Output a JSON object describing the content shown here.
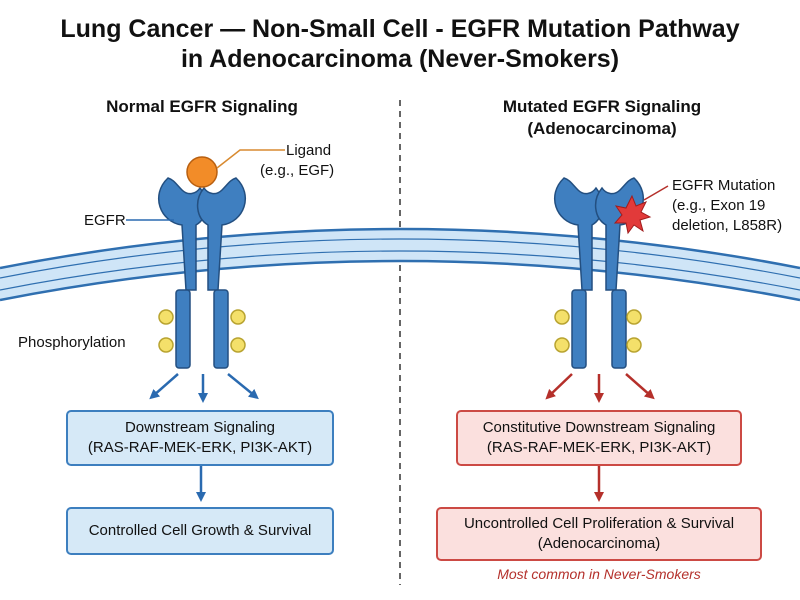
{
  "title": {
    "line1": "Lung Cancer — Non-Small Cell - EGFR Mutation Pathway",
    "line2": "in Adenocarcinoma (Never-Smokers)"
  },
  "left": {
    "heading": "Normal EGFR Signaling",
    "ligand_label_1": "Ligand",
    "ligand_label_2": "(e.g., EGF)",
    "egfr_label": "EGFR",
    "phospho_label": "Phosphorylation",
    "box1_line1": "Downstream Signaling",
    "box1_line2": "(RAS-RAF-MEK-ERK, PI3K-AKT)",
    "box2": "Controlled Cell Growth & Survival"
  },
  "right": {
    "heading_1": "Mutated EGFR Signaling",
    "heading_2": "(Adenocarcinoma)",
    "mutation_label_1": "EGFR Mutation",
    "mutation_label_2": "(e.g., Exon 19",
    "mutation_label_3": "deletion, L858R)",
    "box1_line1": "Constitutive Downstream Signaling",
    "box1_line2": "(RAS-RAF-MEK-ERK, PI3K-AKT)",
    "box2_line1": "Uncontrolled Cell Proliferation & Survival",
    "box2_line2": "(Adenocarcinoma)",
    "note": "Most common in Never-Smokers"
  },
  "colors": {
    "receptor": "#3f7fc0",
    "receptor_stroke": "#234f80",
    "membrane": "#cfe5f7",
    "membrane_stroke": "#2f6fb0",
    "ligand": "#f28c28",
    "phosphate": "#f4e06a",
    "mutation_star": "#e23a3a",
    "arrow_normal": "#2a6ab0",
    "arrow_mutated": "#b5302b"
  }
}
